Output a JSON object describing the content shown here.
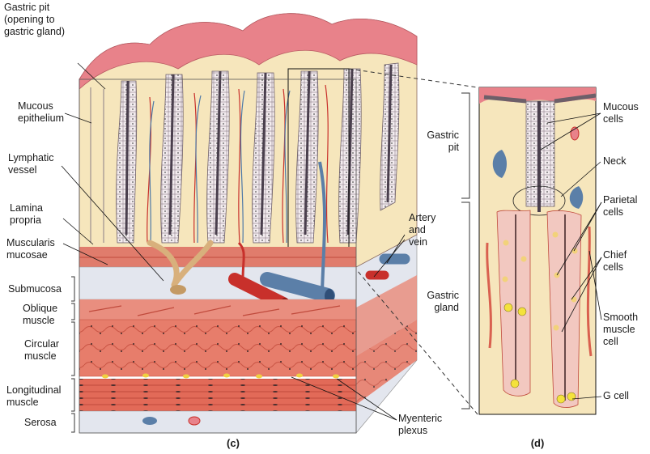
{
  "left_labels": {
    "gastric_pit": "Gastric pit\n(opening to\ngastric gland)",
    "mucous_epithelium": "Mucous\nepithelium",
    "lymphatic_vessel": "Lymphatic\nvessel",
    "lamina_propria": "Lamina\npropria",
    "muscularis_mucosae": "Muscularis\nmucosae",
    "submucosa": "Submucosa",
    "oblique_muscle": "Oblique\nmuscle",
    "circular_muscle": "Circular\nmuscle",
    "longitudinal_muscle": "Longitudinal\nmuscle",
    "serosa": "Serosa"
  },
  "middle_labels": {
    "artery_and_vein": "Artery\nand\nvein",
    "myenteric_plexus": "Myenteric\nplexus",
    "gastric_pit": "Gastric\npit",
    "gastric_gland": "Gastric\ngland"
  },
  "right_labels": {
    "mucous_cells": "Mucous\ncells",
    "neck": "Neck",
    "parietal_cells": "Parietal\ncells",
    "chief_cells": "Chief\ncells",
    "smooth_muscle_cell": "Smooth\nmuscle\ncell",
    "g_cell": "G cell"
  },
  "panels": {
    "c": "(c)",
    "d": "(d)"
  },
  "colors": {
    "mucosa_top": "#e8828a",
    "lamina": "#f6e6bc",
    "epithelium": "#efe7ea",
    "submucosa": "#dde3ee",
    "muscle": "#d9604f",
    "artery": "#c8302b",
    "vein": "#5b7fa8",
    "lymphatic": "#d8b07c",
    "parietal": "#f2d27a",
    "g_cell": "#f4e23c"
  }
}
